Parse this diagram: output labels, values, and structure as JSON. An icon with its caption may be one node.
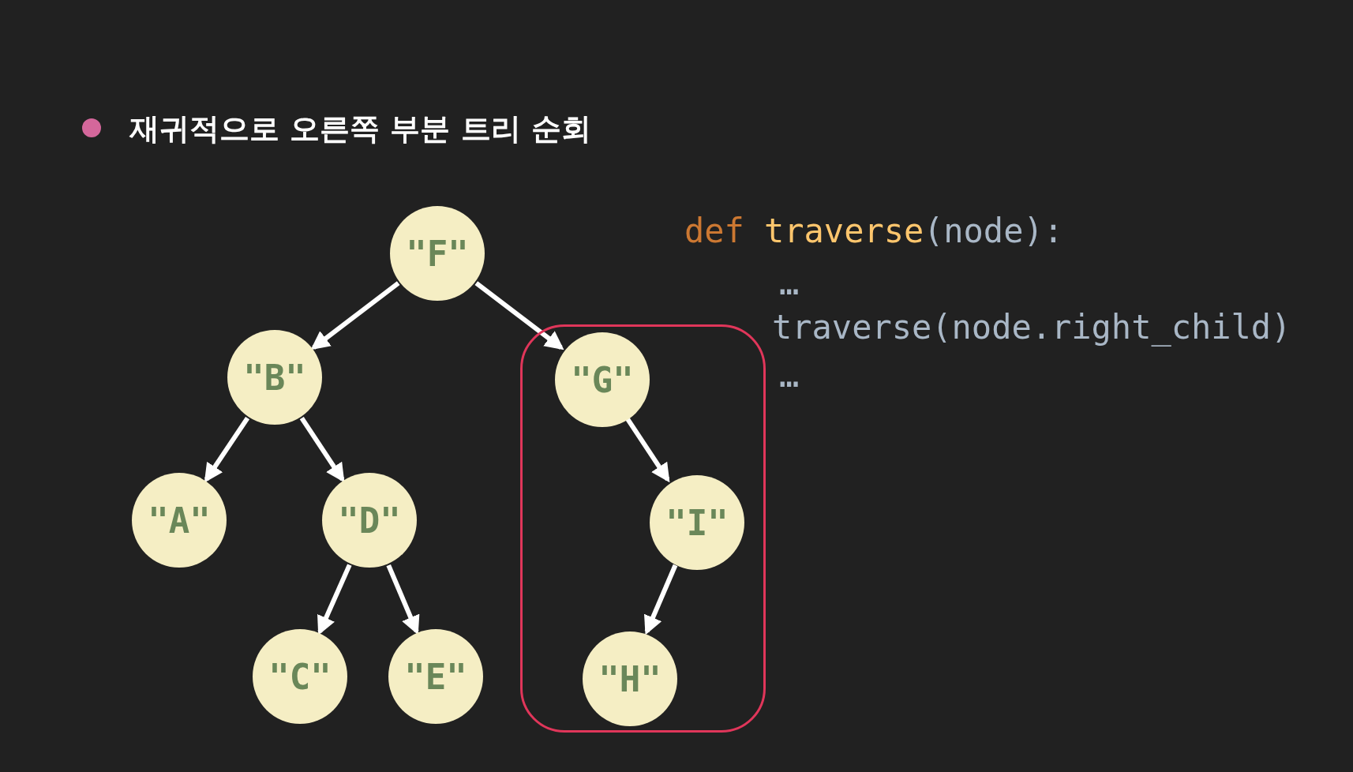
{
  "diagram": {
    "title": "재귀적으로 오른쪽 부분 트리 순회",
    "nodes": [
      {
        "text": [
          "\"F\""
        ]
      },
      {
        "text": [
          "\"B\""
        ]
      },
      {
        "text": [
          "\"A\""
        ]
      },
      {
        "text": [
          "\"D\""
        ]
      },
      {
        "text": [
          "\"C\""
        ]
      },
      {
        "text": [
          "\"E\""
        ]
      },
      {
        "text": [],
        "shape": "box"
      },
      {
        "text": [
          "\"G\""
        ],
        "in": 6
      },
      {
        "text": [
          "\"I\""
        ],
        "in": 6
      },
      {
        "text": [
          "\"H\""
        ],
        "in": 6
      }
    ],
    "edges": [
      {
        "from": 0,
        "to": 1,
        "arrow": "to"
      },
      {
        "from": 0,
        "to": 7,
        "arrow": "to"
      },
      {
        "from": 1,
        "to": 2,
        "arrow": "to"
      },
      {
        "from": 1,
        "to": 3,
        "arrow": "to"
      },
      {
        "from": 3,
        "to": 4,
        "arrow": "to"
      },
      {
        "from": 3,
        "to": 5,
        "arrow": "to"
      },
      {
        "from": 7,
        "to": 8,
        "arrow": "to"
      },
      {
        "from": 8,
        "to": 9,
        "arrow": "to"
      }
    ],
    "labels": [
      "def",
      "traverse",
      "(node):",
      "…",
      "traverse(node.right_child)",
      "…"
    ]
  }
}
